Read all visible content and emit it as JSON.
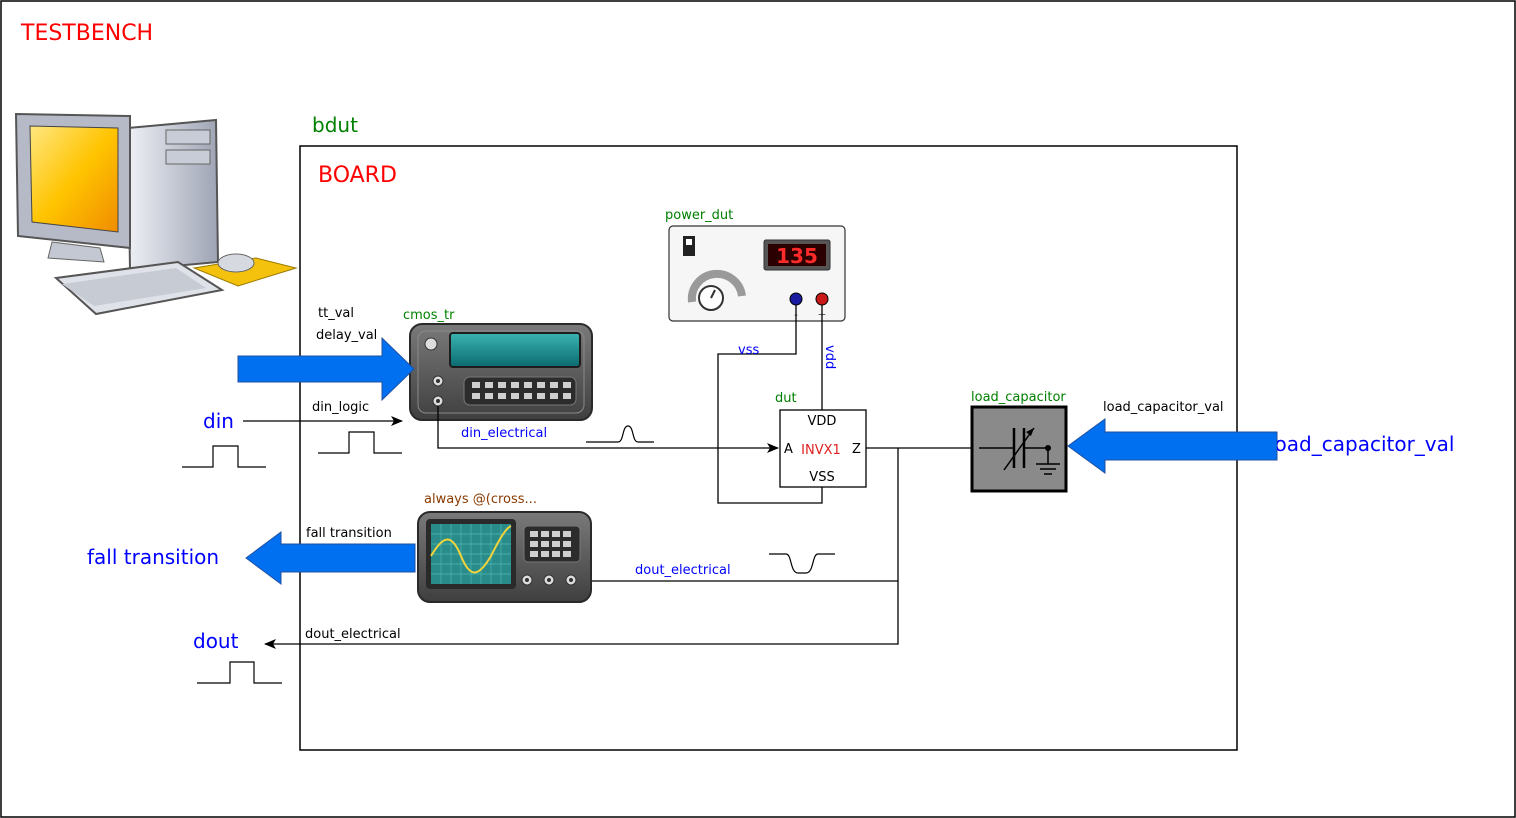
{
  "testbench": {
    "title": "TESTBENCH"
  },
  "board": {
    "instance": "bdut",
    "title": "BOARD"
  },
  "power": {
    "instance": "power_dut",
    "display": "135",
    "pin_vss": "vss",
    "pin_vdd": "vdd",
    "minus": "-",
    "plus": "+"
  },
  "cmos": {
    "instance": "cmos_tr",
    "param_tt": "tt_val",
    "param_delay": "delay_val",
    "in_logic": "din_logic",
    "out_electrical": "din_electrical"
  },
  "dut": {
    "instance": "dut",
    "cell": "INVX1",
    "vdd": "VDD",
    "vss": "VSS",
    "pin_a": "A",
    "pin_z": "Z"
  },
  "load": {
    "instance": "load_capacitor",
    "param": "load_capacitor_val"
  },
  "scope": {
    "instance": "always @(cross...",
    "out_label": "fall transition",
    "in_electrical": "dout_electrical"
  },
  "signals": {
    "din": "din",
    "fall_transition": "fall transition",
    "dout": "dout",
    "dout_electrical": "dout_electrical",
    "load_capacitor_val": "load_capacitor_val"
  },
  "colors": {
    "red": "#ff0000",
    "green": "#008000",
    "blue": "#0000ff",
    "arrow": "#0070f0",
    "brown": "#8b3a00",
    "inst_red": "#e02020"
  }
}
